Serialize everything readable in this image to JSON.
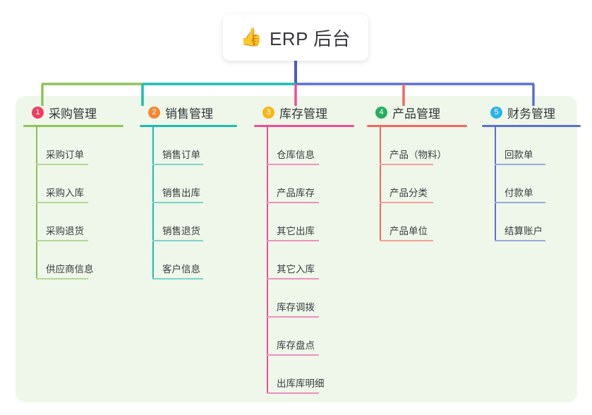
{
  "root": {
    "icon": "thumbs-up-icon",
    "emoji": "👍",
    "title": "ERP 后台"
  },
  "theme": {
    "panel_bg": "#eef7e9",
    "page_bg": "#ffffff",
    "text": "#33363b",
    "root_stem": "#4a5bc4"
  },
  "columns": [
    {
      "number": "1",
      "title": "采购管理",
      "badge_color": "#ef3e62",
      "line_color": "#8dc45a",
      "leaf_line_color": "#b4d894",
      "stem_color": "#8dc45a",
      "children": [
        {
          "label": "采购订单"
        },
        {
          "label": "采购入库"
        },
        {
          "label": "采购退货"
        },
        {
          "label": "供应商信息"
        }
      ]
    },
    {
      "number": "2",
      "title": "销售管理",
      "badge_color": "#f58634",
      "line_color": "#17bfb0",
      "leaf_line_color": "#79d3cb",
      "stem_color": "#17bfb0",
      "children": [
        {
          "label": "销售订单"
        },
        {
          "label": "销售出库"
        },
        {
          "label": "销售退货"
        },
        {
          "label": "客户信息"
        }
      ]
    },
    {
      "number": "3",
      "title": "库存管理",
      "badge_color": "#f7b618",
      "line_color": "#ed4d97",
      "leaf_line_color": "#f08fbe",
      "stem_color": "#ed4d97",
      "children": [
        {
          "label": "仓库信息"
        },
        {
          "label": "产品库存"
        },
        {
          "label": "其它出库"
        },
        {
          "label": "其它入库"
        },
        {
          "label": "库存调拨"
        },
        {
          "label": "库存盘点"
        },
        {
          "label": "出库库明细"
        }
      ]
    },
    {
      "number": "4",
      "title": "产品管理",
      "badge_color": "#27ae5f",
      "line_color": "#f4675f",
      "leaf_line_color": "#f79e99",
      "stem_color": "#f4675f",
      "children": [
        {
          "label": "产品（物料）"
        },
        {
          "label": "产品分类"
        },
        {
          "label": "产品单位"
        }
      ]
    },
    {
      "number": "5",
      "title": "财务管理",
      "badge_color": "#2bb3e8",
      "line_color": "#5b6fd0",
      "leaf_line_color": "#9aa8e0",
      "stem_color": "#5b6fd0",
      "children": [
        {
          "label": "回款单"
        },
        {
          "label": "付款单"
        },
        {
          "label": "结算账户"
        }
      ]
    }
  ],
  "connector": {
    "segments": [
      {
        "name": "bar-green",
        "color": "#8dc45a"
      },
      {
        "name": "bar-teal",
        "color": "#17bfb0"
      },
      {
        "name": "bar-blue",
        "color": "#5b6fd0"
      }
    ],
    "root_stem_color": "#4a5bc4"
  }
}
